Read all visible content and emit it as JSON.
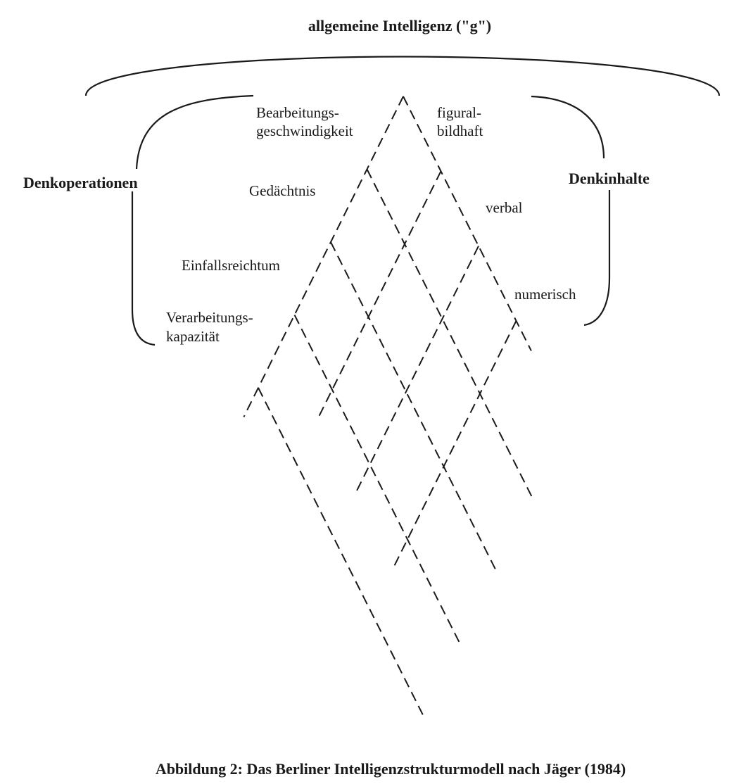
{
  "title": "allgemeine Intelligenz (\"g\")",
  "left_group": {
    "label": "Denkoperationen",
    "items": [
      {
        "lines": [
          "Bearbeitungs-",
          "geschwindigkeit"
        ]
      },
      {
        "lines": [
          "Gedächtnis"
        ]
      },
      {
        "lines": [
          "Einfallsreichtum"
        ]
      },
      {
        "lines": [
          "Verarbeitungs-",
          "kapazität"
        ]
      }
    ]
  },
  "right_group": {
    "label": "Denkinhalte",
    "items": [
      {
        "lines": [
          "figural-",
          "bildhaft"
        ]
      },
      {
        "lines": [
          "verbal"
        ]
      },
      {
        "lines": [
          "numerisch"
        ]
      }
    ]
  },
  "caption": "Abbildung 2: Das Berliner Intelligenzstrukturmodell nach Jäger (1984)",
  "colors": {
    "ink": "#1a1a1a",
    "background": "#ffffff"
  }
}
